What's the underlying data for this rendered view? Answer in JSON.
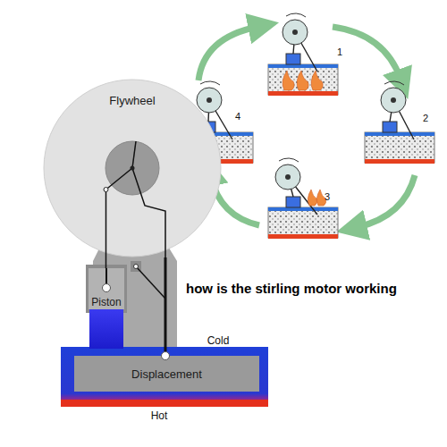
{
  "diagram": {
    "title": "how is the stirling motor working",
    "nodes": [
      {
        "text": [
          "Flywheel"
        ]
      },
      {
        "text": [
          "Piston"
        ]
      },
      {
        "text": [
          "Displacement"
        ]
      }
    ],
    "edges": [
      {
        "from": 0,
        "to": 1,
        "arrow": "none"
      },
      {
        "from": 0,
        "to": 2,
        "arrow": "none"
      }
    ],
    "labels": [
      "Cold",
      "Hot",
      "1",
      "2",
      "3",
      "4"
    ]
  }
}
